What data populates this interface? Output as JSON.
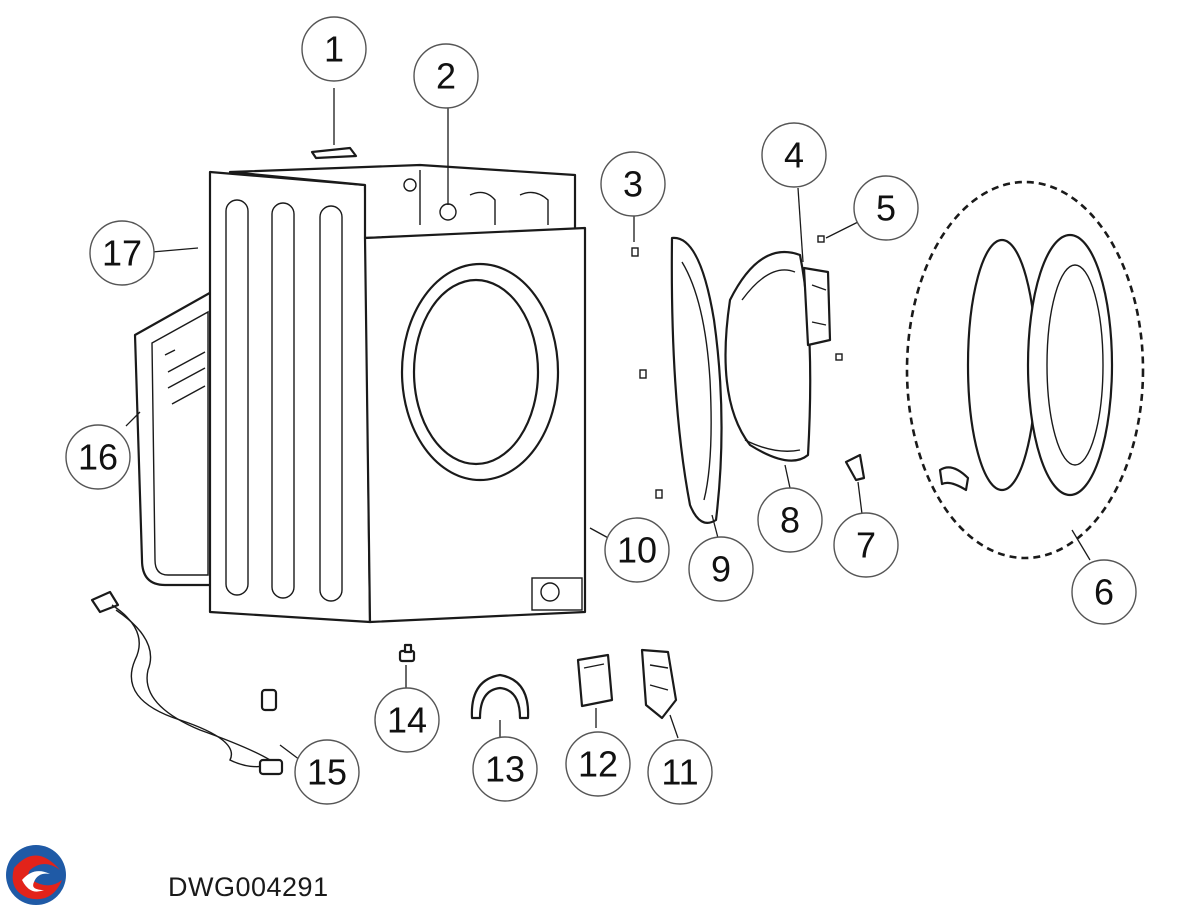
{
  "drawing_number": "DWG004291",
  "logo": {
    "name": "brand-logo",
    "colors": [
      "#1f5aa6",
      "#e2231a"
    ]
  },
  "callouts": [
    {
      "id": "1",
      "label": "1",
      "part": "top-fixing-clip"
    },
    {
      "id": "2",
      "label": "2",
      "part": "top-screw"
    },
    {
      "id": "3",
      "label": "3",
      "part": "small-clip"
    },
    {
      "id": "4",
      "label": "4",
      "part": "door-hinge"
    },
    {
      "id": "5",
      "label": "5",
      "part": "hinge-clip"
    },
    {
      "id": "6",
      "label": "6",
      "part": "door-assembly"
    },
    {
      "id": "7",
      "label": "7",
      "part": "door-catch"
    },
    {
      "id": "8",
      "label": "8",
      "part": "door-seal-gasket"
    },
    {
      "id": "9",
      "label": "9",
      "part": "door-frame-ring"
    },
    {
      "id": "10",
      "label": "10",
      "part": "front-panel"
    },
    {
      "id": "11",
      "label": "11",
      "part": "door-interlock"
    },
    {
      "id": "12",
      "label": "12",
      "part": "filter-access-cover"
    },
    {
      "id": "13",
      "label": "13",
      "part": "hose-bracket"
    },
    {
      "id": "14",
      "label": "14",
      "part": "adjustable-foot"
    },
    {
      "id": "15",
      "label": "15",
      "part": "mains-cable"
    },
    {
      "id": "16",
      "label": "16",
      "part": "rear-panel"
    },
    {
      "id": "17",
      "label": "17",
      "part": "cabinet-side-panel"
    }
  ]
}
